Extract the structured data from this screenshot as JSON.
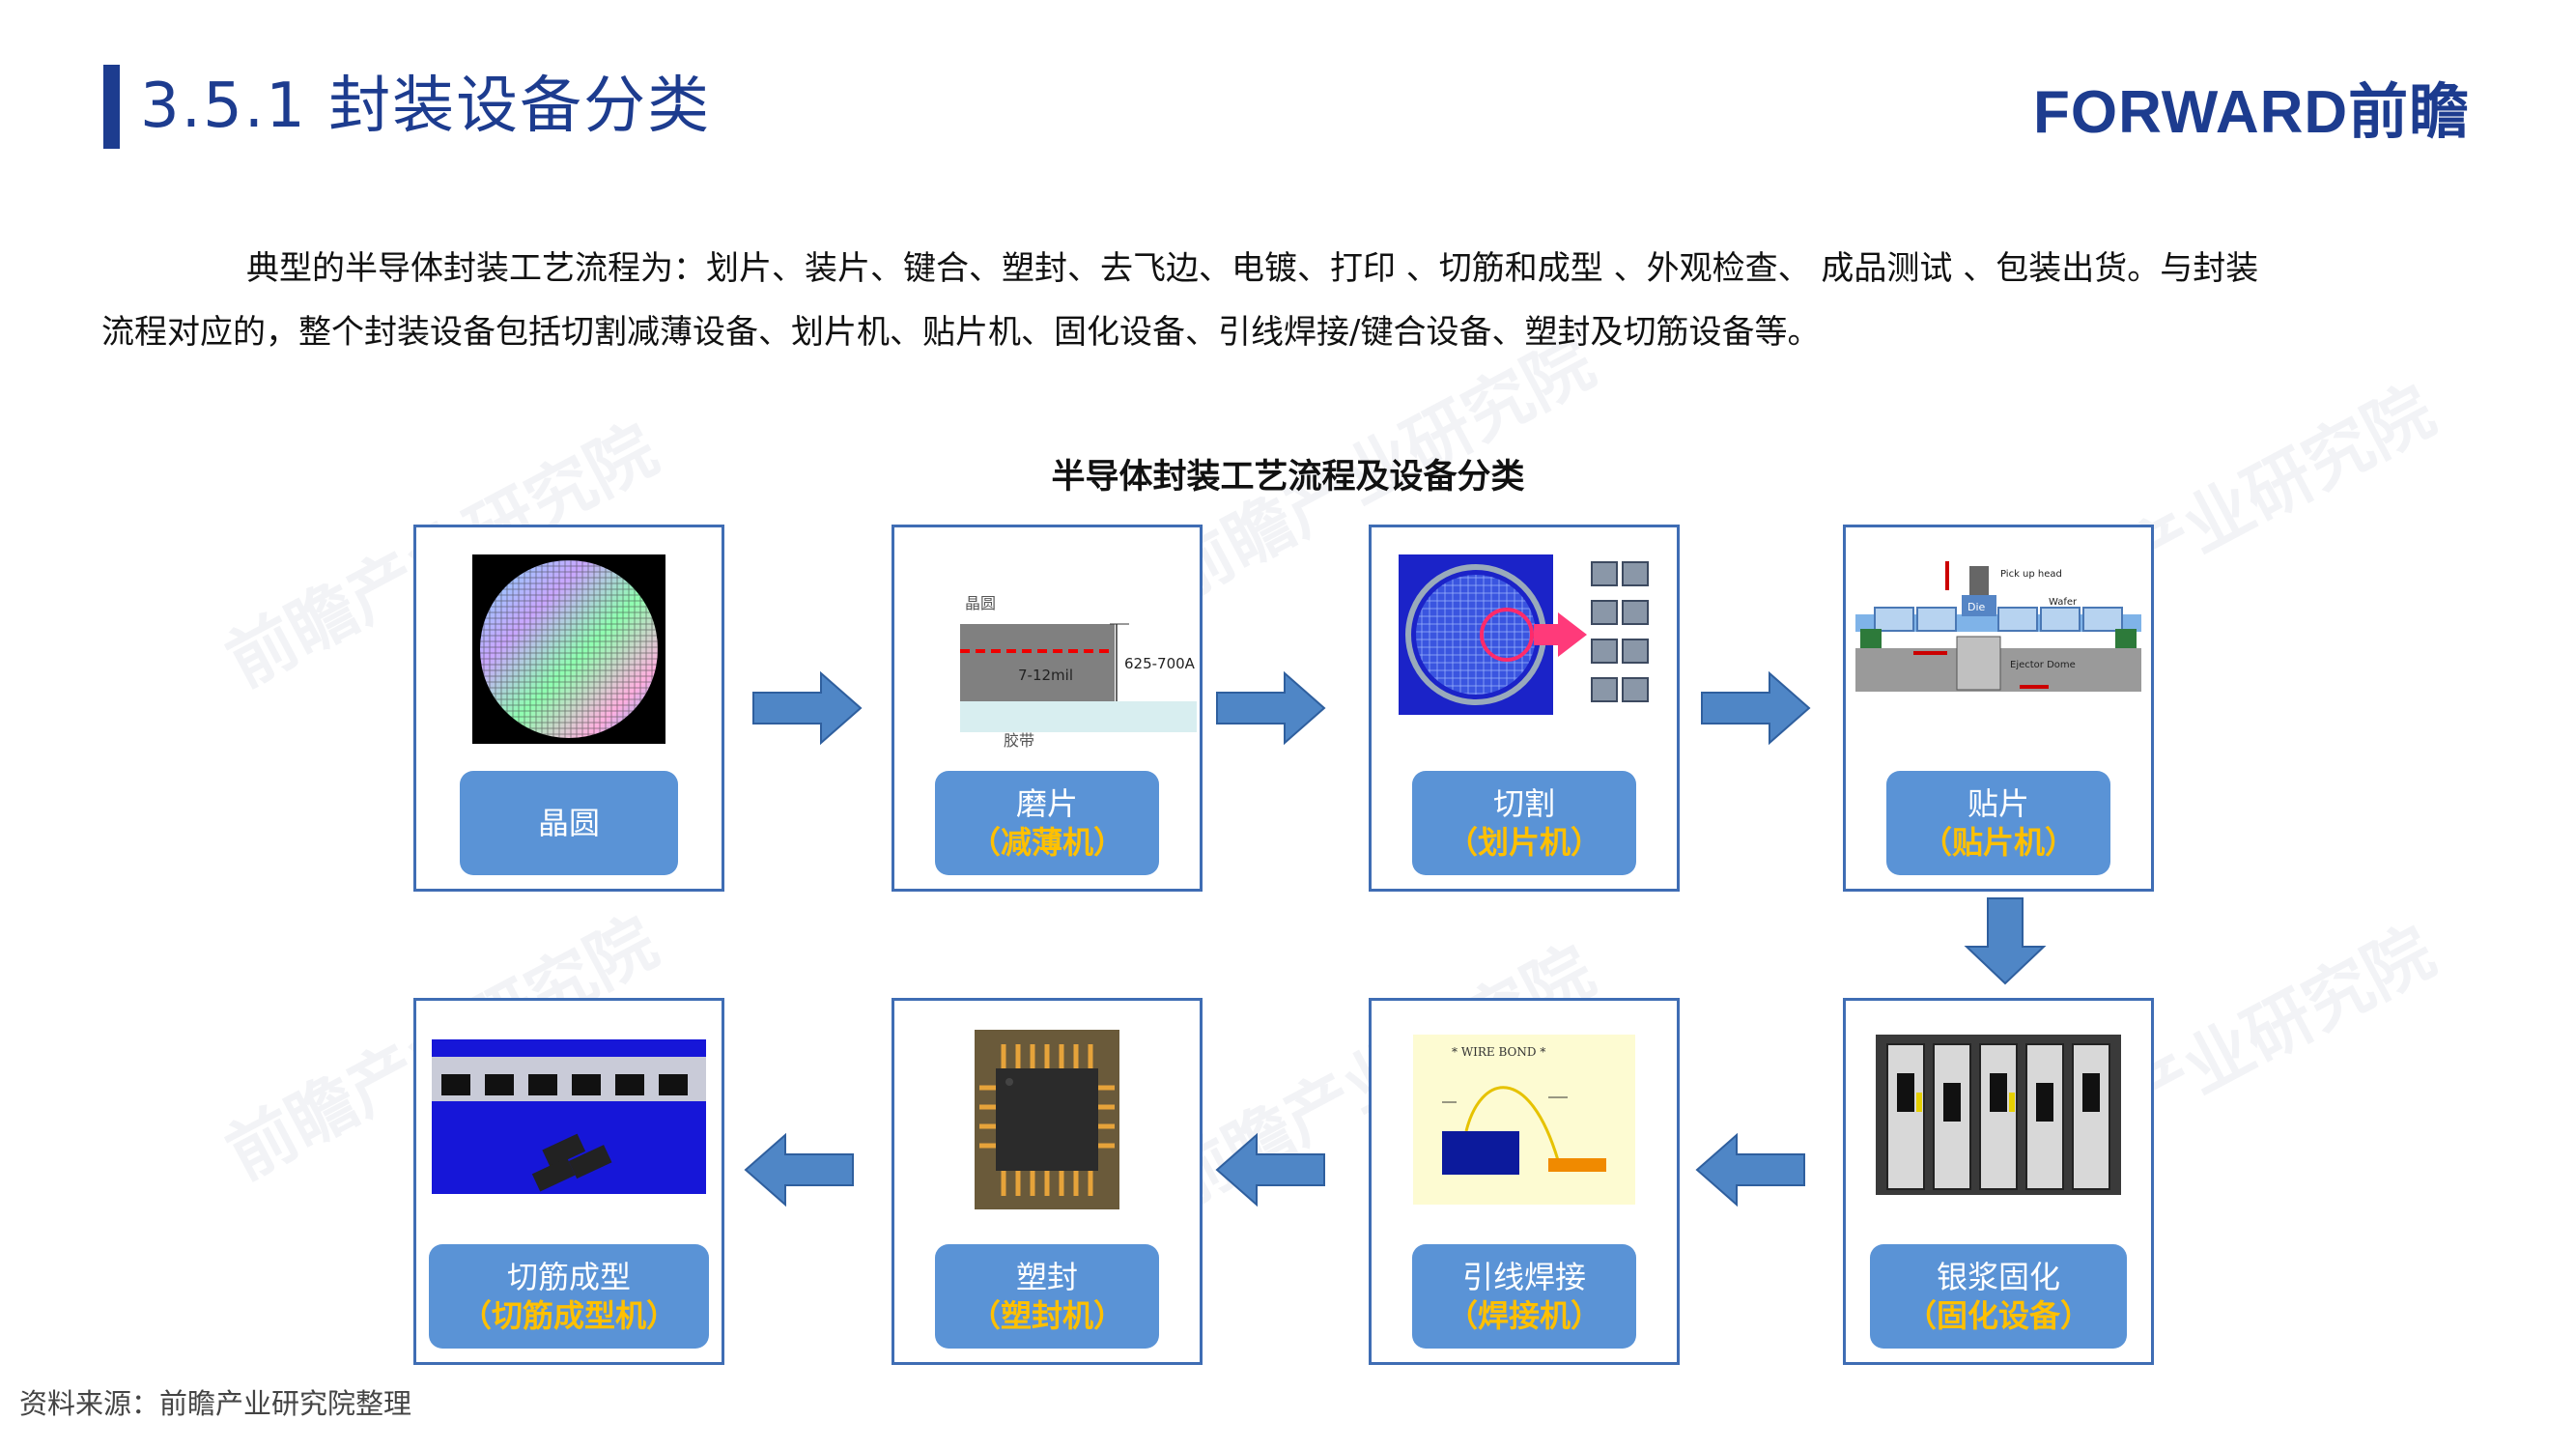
{
  "header": {
    "title": "3.5.1 封装设备分类",
    "logo_text": "FORWARD前瞻"
  },
  "intro": {
    "line1": "典型的半导体封装工艺流程为：划片、装片、键合、塑封、去飞边、电镀、打印 、切筋和成型 、外观检查、 成品测试 、包装出货。与封装",
    "line2": "流程对应的，整个封装设备包括切割减薄设备、划片机、贴片机、固化设备、引线焊接/键合设备、塑封及切筋设备等。"
  },
  "diagram": {
    "title": "半导体封装工艺流程及设备分类",
    "steps": [
      {
        "name": "晶圆",
        "equipment": ""
      },
      {
        "name": "磨片",
        "equipment": "（减薄机）"
      },
      {
        "name": "切割",
        "equipment": "（划片机）"
      },
      {
        "name": "贴片",
        "equipment": "（贴片机）"
      },
      {
        "name": "银浆固化",
        "equipment": "（固化设备）"
      },
      {
        "name": "引线焊接",
        "equipment": "（焊接机）"
      },
      {
        "name": "塑封",
        "equipment": "（塑封机）"
      },
      {
        "name": "切筋成型",
        "equipment": "（切筋成型机）"
      }
    ],
    "grind_labels": {
      "top": "晶圆",
      "thickness": "625-700A",
      "cut": "7-12mil",
      "bottom": "胶带"
    },
    "dieattach_labels": {
      "pickup": "Pick up head",
      "die": "Die",
      "wafer": "Wafer",
      "ejector": "Ejector Dome"
    },
    "wirebond_labels": {
      "title": "* WIRE BOND *"
    }
  },
  "source": "资料来源：前瞻产业研究院整理",
  "watermark": "前瞻产业研究院",
  "colors": {
    "accent": "#1d3c8f",
    "box": "#5a93d6",
    "highlight": "#ffc000",
    "arrow": "#4f86c6"
  }
}
